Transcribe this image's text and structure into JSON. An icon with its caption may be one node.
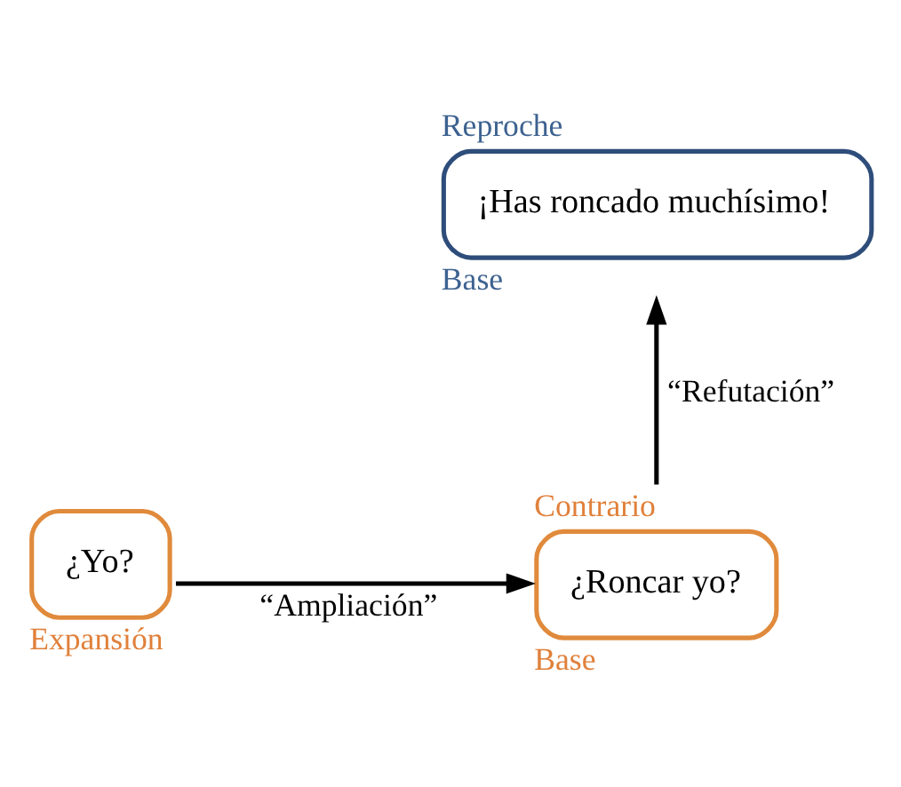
{
  "diagram": {
    "nodes": [
      {
        "text": [
          "Reproche",
          "¡Has roncado muchísimo!"
        ],
        "beside": [
          "Base"
        ]
      },
      {
        "text": [
          "¿Yo?"
        ],
        "beside": [
          "Expansión"
        ]
      },
      {
        "text": [
          "Contrario",
          "¿Roncar yo?"
        ],
        "beside": [
          "Base"
        ]
      }
    ],
    "edges": [
      {
        "from": 1,
        "to": 2,
        "arrow": "to",
        "label": "“Ampliación”"
      },
      {
        "from": 2,
        "to": 0,
        "arrow": "to",
        "label": "“Refutación”"
      }
    ]
  }
}
